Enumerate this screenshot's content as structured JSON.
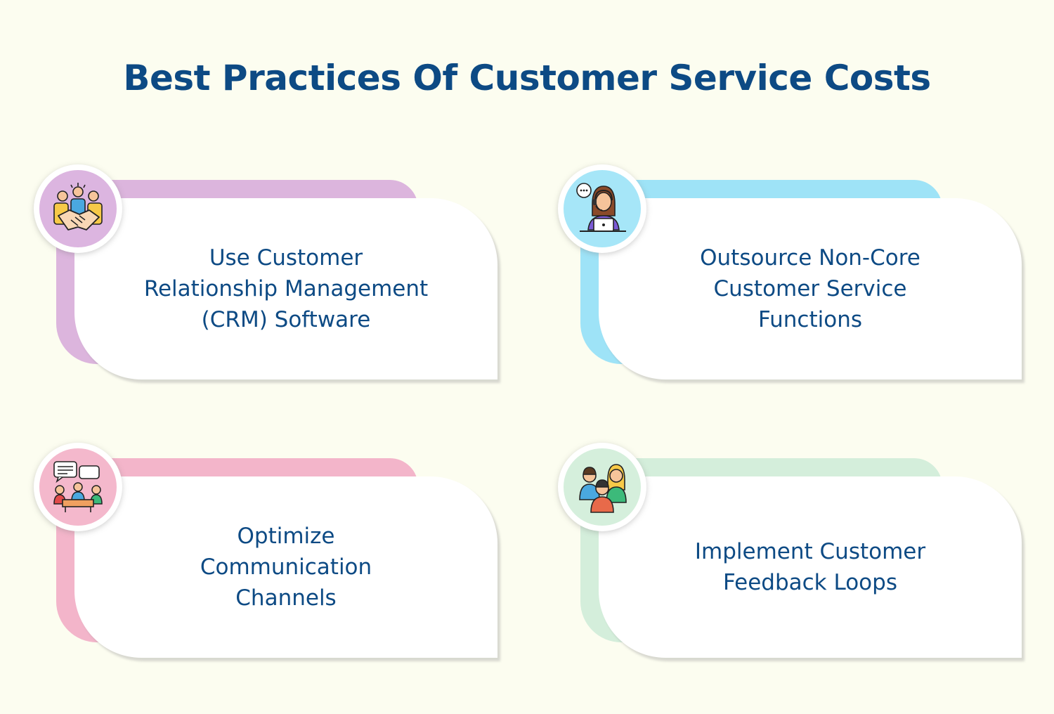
{
  "title": "Best Practices Of Customer Service Costs",
  "cards": [
    {
      "label": "Use Customer\nRelationship Management\n(CRM) Software",
      "icon": "handshake-team-icon",
      "accent": "#dcb5dd",
      "circle": "#dcb5e0"
    },
    {
      "label": "Outsource Non-Core\nCustomer Service\nFunctions",
      "icon": "customer-support-agent-icon",
      "accent": "#9ee3f7",
      "circle": "#a6e6f8"
    },
    {
      "label": "Optimize\nCommunication\nChannels",
      "icon": "team-meeting-chat-icon",
      "accent": "#f3b5ca",
      "circle": "#f4b8cc"
    },
    {
      "label": "Implement Customer\nFeedback Loops",
      "icon": "customer-group-icon",
      "accent": "#d4eedb",
      "circle": "#d5efdc"
    }
  ]
}
